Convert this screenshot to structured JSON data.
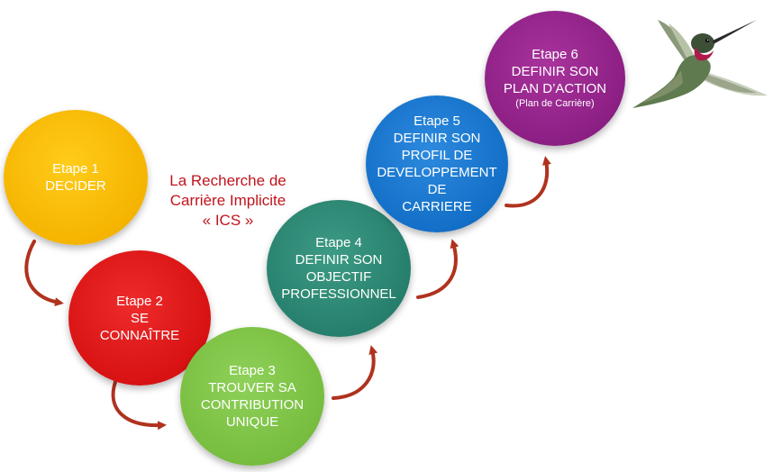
{
  "title": {
    "line1": "La Recherche de",
    "line2": "Carrière Implicite",
    "line3": "« ICS »"
  },
  "steps": [
    {
      "label": "Etape 1",
      "lines": [
        "DECIDER"
      ],
      "color": "#F5B400"
    },
    {
      "label": "Etape 2",
      "lines": [
        "SE",
        "CONNAÎTRE"
      ],
      "color": "#D81212"
    },
    {
      "label": "Etape 3",
      "lines": [
        "TROUVER SA",
        "CONTRIBUTION",
        "UNIQUE"
      ],
      "color": "#77BD3F"
    },
    {
      "label": "Etape 4",
      "lines": [
        "DEFINIR SON",
        "OBJECTIF",
        "PROFESSIONNEL"
      ],
      "color": "#267F6C"
    },
    {
      "label": "Etape 5",
      "lines": [
        "DEFINIR SON",
        "PROFIL DE",
        "DEVELOPPEMENT",
        "DE",
        "CARRIERE"
      ],
      "color": "#136FC7"
    },
    {
      "label": "Etape 6",
      "lines": [
        "DEFINIR SON",
        "PLAN D’ACTION"
      ],
      "sub": "(Plan de Carrière)",
      "color": "#8C1F84"
    }
  ],
  "arrow_color": "#B0321E",
  "icons": {
    "decoration": "hummingbird-icon",
    "connector": "curved-arrow-icon"
  }
}
